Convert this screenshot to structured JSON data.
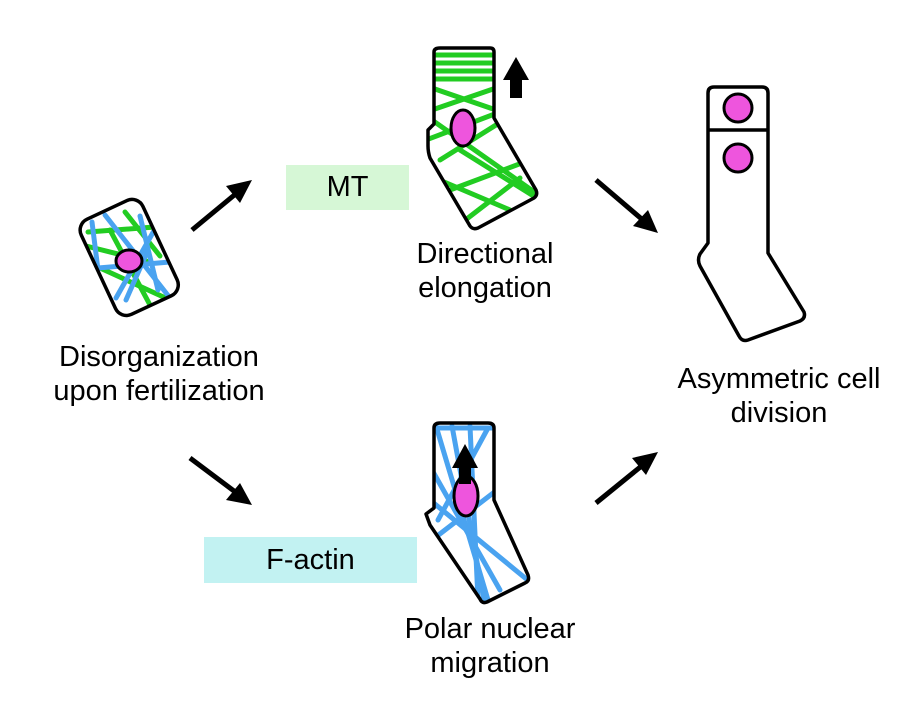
{
  "labels": {
    "mt": "MT",
    "factin": "F-actin",
    "disorg_line1": "Disorganization",
    "disorg_line2": "upon fertilization",
    "elong_line1": "Directional",
    "elong_line2": "elongation",
    "asym_line1": "Asymmetric cell",
    "asym_line2": "division",
    "polar_line1": "Polar nuclear",
    "polar_line2": "migration"
  },
  "colors": {
    "microtubule": "#22cc22",
    "actin": "#4aa3f0",
    "nucleus": "#ee55dd",
    "mt_box": "#d6f7d6",
    "factin_box": "#c2f2f2",
    "outline": "#000000"
  },
  "icons": [
    "arrow-icon",
    "arrow-icon",
    "arrow-icon",
    "arrow-icon",
    "up-arrow-icon",
    "up-arrow-icon"
  ]
}
